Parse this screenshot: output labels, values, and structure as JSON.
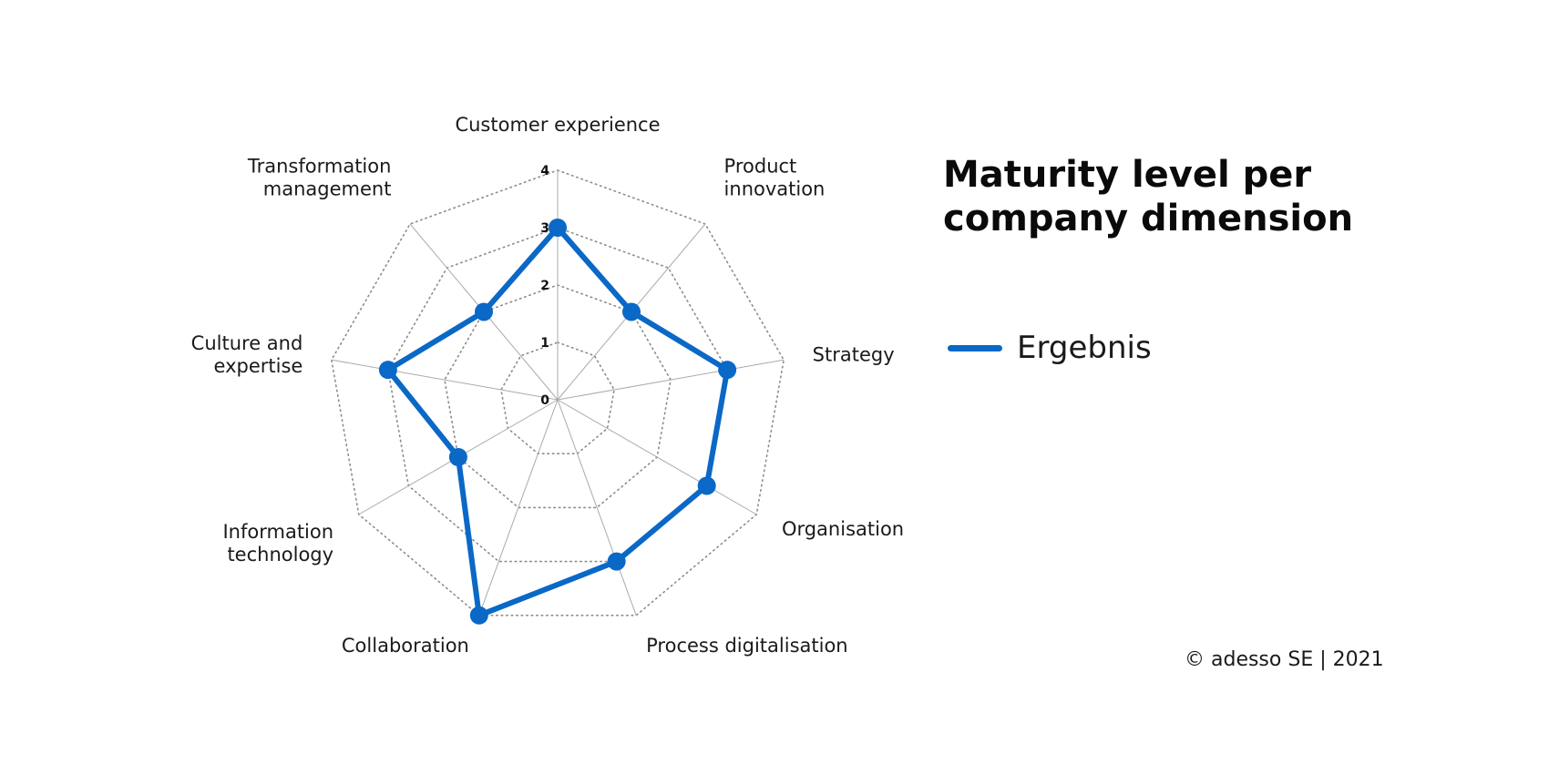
{
  "title_lines": [
    "Maturity level per",
    "company dimension"
  ],
  "copyright": "© adesso SE | 2021",
  "colors": {
    "series": "#0a68c6",
    "grid_spoke": "#aaaaaa",
    "grid_ring": "#8c8c8c"
  },
  "chart_data": {
    "type": "radar",
    "categories": [
      "Customer experience",
      "Product innovation",
      "Strategy",
      "Organisation",
      "Process digitalisation",
      "Collaboration",
      "Information technology",
      "Culture and expertise",
      "Transformation management"
    ],
    "category_lines": [
      [
        "Customer experience"
      ],
      [
        "Product",
        "innovation"
      ],
      [
        "Strategy"
      ],
      [
        "Organisation"
      ],
      [
        "Process digitalisation"
      ],
      [
        "Collaboration"
      ],
      [
        "Information",
        "technology"
      ],
      [
        "Culture and",
        "expertise"
      ],
      [
        "Transformation",
        "management"
      ]
    ],
    "series": [
      {
        "name": "Ergebnis",
        "values": [
          3.0,
          2.0,
          3.0,
          3.0,
          3.0,
          4.0,
          2.0,
          3.0,
          2.0
        ]
      }
    ],
    "rlim": [
      0,
      4
    ],
    "ticks": [
      "0",
      "1",
      "2",
      "3",
      "4"
    ],
    "grid": true,
    "legend_position": "right"
  }
}
